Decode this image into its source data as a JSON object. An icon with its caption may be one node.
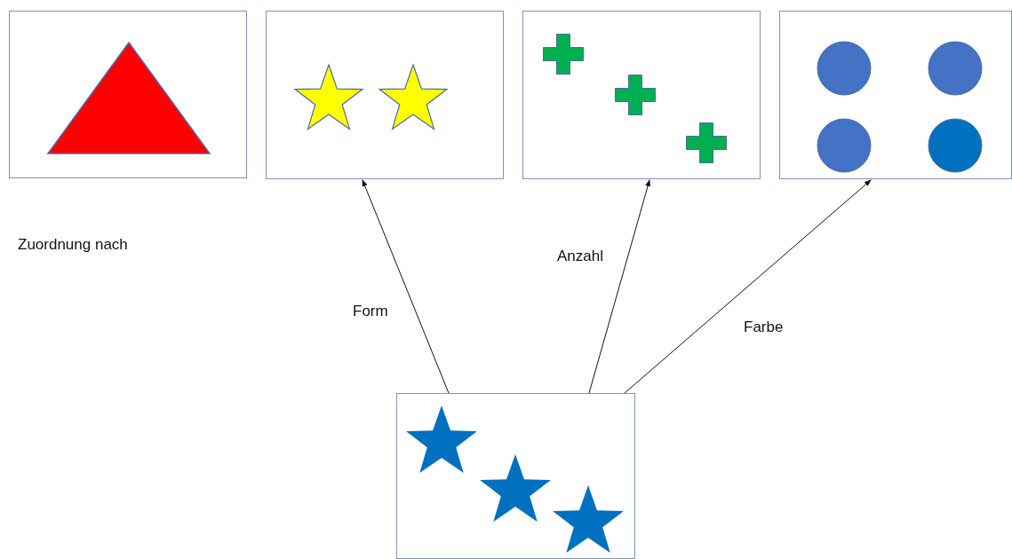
{
  "diagram": {
    "nodes": [
      {
        "text": [],
        "shape": "box"
      },
      {
        "text": [],
        "shape": "box"
      },
      {
        "text": [],
        "shape": "box"
      },
      {
        "text": [],
        "shape": "box"
      },
      {
        "text": [],
        "shape": "box"
      }
    ],
    "edges": [
      {
        "from": 4,
        "to": 1,
        "arrow": "to",
        "label": "Form"
      },
      {
        "from": 4,
        "to": 2,
        "arrow": "to",
        "label": "Anzahl"
      },
      {
        "from": 4,
        "to": 3,
        "arrow": "to",
        "label": "Farbe"
      }
    ],
    "labels": [
      "Zuordnung nach"
    ]
  }
}
